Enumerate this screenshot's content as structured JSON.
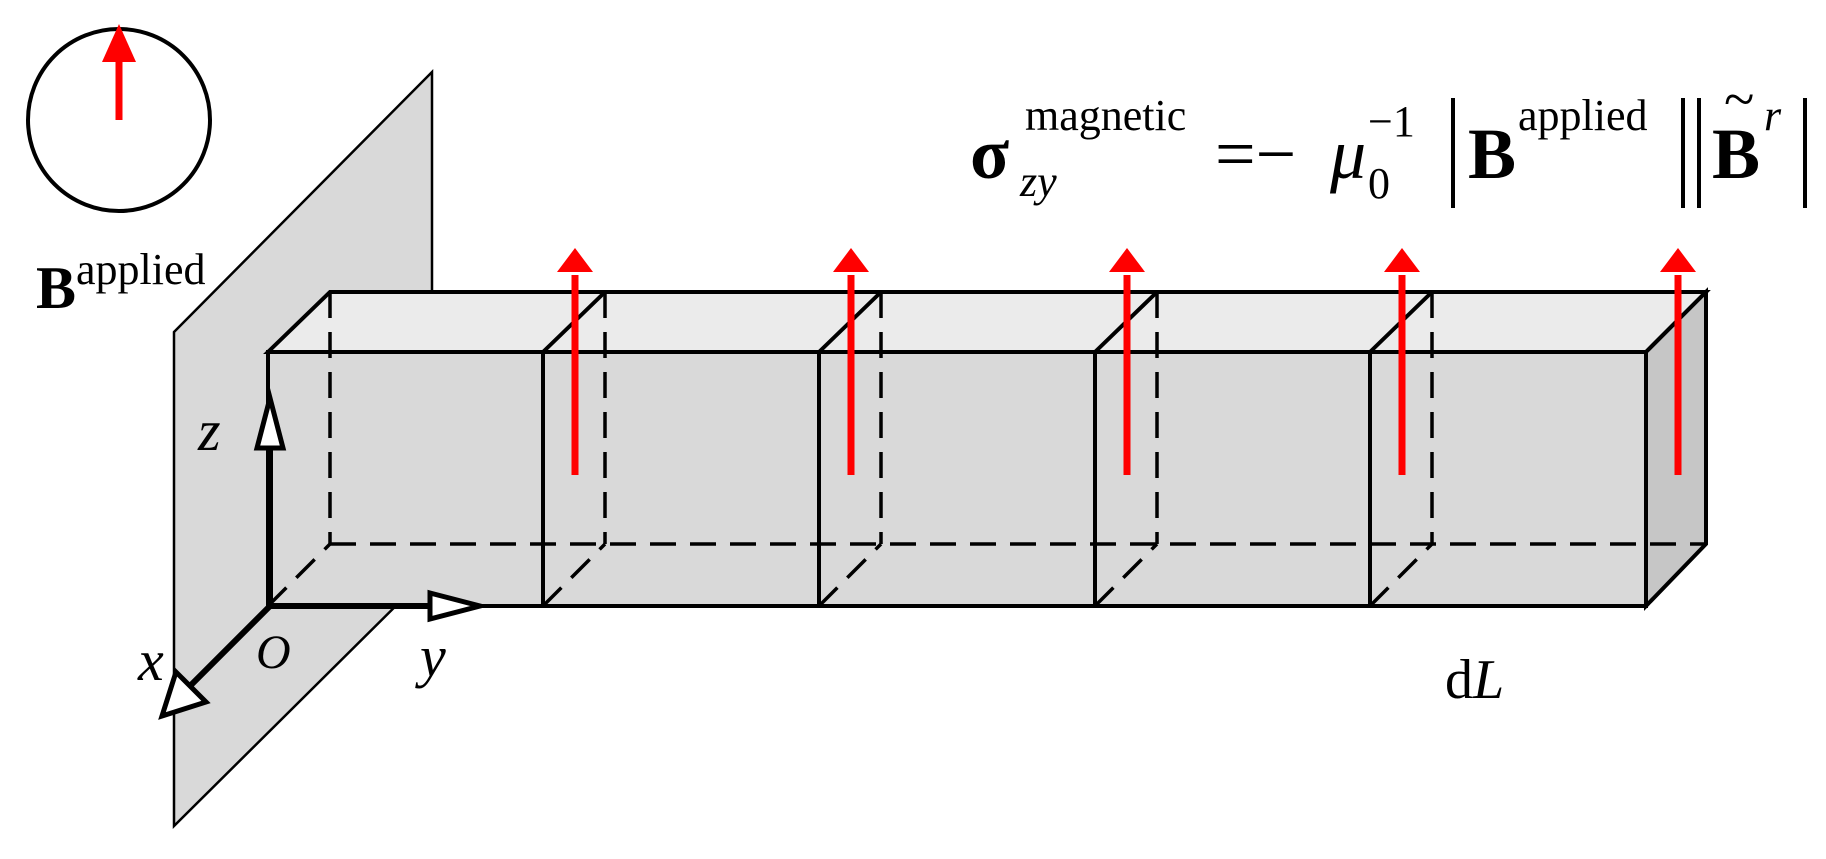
{
  "labels": {
    "b_applied_base": "B",
    "b_applied_sup": "applied",
    "axis_z": "z",
    "axis_y": "y",
    "axis_x": "x",
    "origin": "O",
    "dl_d": "d",
    "dl_L": "L"
  },
  "equation": {
    "sigma": "σ",
    "sigma_sup": "magnetic",
    "sigma_sub": "zy",
    "equals_minus": "=−",
    "mu": "μ",
    "mu_sup": "−1",
    "mu_sub": "0",
    "b_base": "B",
    "b_sup": "applied",
    "btilde_base": "B",
    "btilde_sup": "r"
  },
  "colors": {
    "arrow": "#ff0000",
    "outline": "#000000",
    "plane": "#d9d9d9",
    "box_front": "#d9d9d9",
    "box_top": "#ebebeb",
    "box_end": "#c6c6c6"
  },
  "box_segments": 5,
  "field_arrows": 5
}
